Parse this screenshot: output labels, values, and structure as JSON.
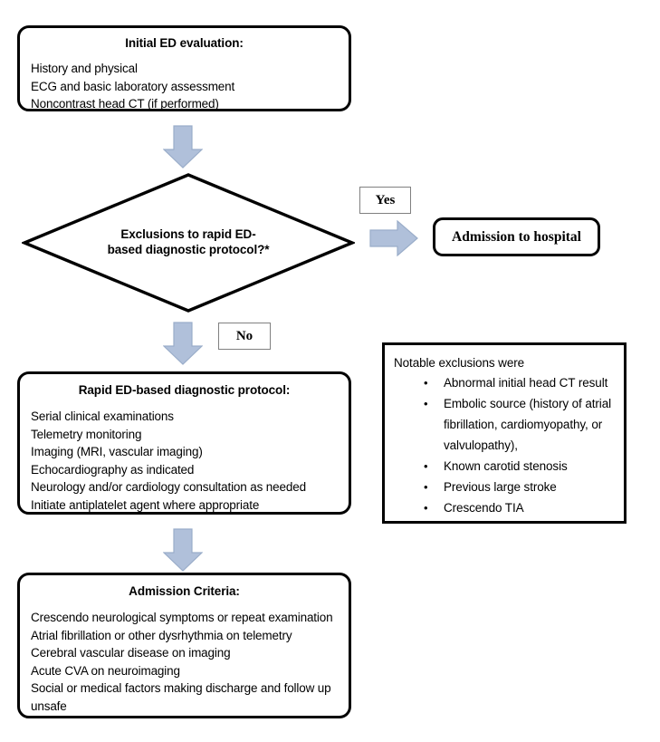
{
  "flowchart": {
    "title_note": "",
    "accent_arrow_fill": "#b0c0da",
    "accent_arrow_stroke": "#9aadc9",
    "line_color": "#000000",
    "initial_evaluation": {
      "title": "Initial ED evaluation:",
      "lines": [
        "History and physical",
        "ECG and basic laboratory assessment",
        "Noncontrast head CT (if performed)"
      ]
    },
    "decision": {
      "line1": "Exclusions to rapid ED-",
      "line2": "based diagnostic protocol?*"
    },
    "branch_yes": {
      "label": "Yes"
    },
    "branch_no": {
      "label": "No"
    },
    "admission_to_hospital": {
      "label": "Admission to hospital"
    },
    "rapid_protocol": {
      "title": "Rapid ED-based diagnostic protocol:",
      "lines": [
        "Serial clinical examinations",
        "Telemetry monitoring",
        "Imaging (MRI, vascular imaging)",
        "Echocardiography as indicated",
        "Neurology and/or cardiology consultation as needed",
        "Initiate antiplatelet agent where appropriate"
      ]
    },
    "notable_exclusions": {
      "heading": "Notable exclusions were",
      "bullet_glyph": "•",
      "items": [
        "Abnormal initial head CT result",
        "Embolic source (history of atrial fibrillation, cardiomyopathy, or valvulopathy),",
        "Known carotid stenosis",
        "Previous large stroke",
        "Crescendo TIA"
      ]
    },
    "admission_criteria": {
      "title": "Admission Criteria:",
      "lines": [
        "Crescendo neurological symptoms or repeat examination",
        "Atrial fibrillation or other dysrhythmia on telemetry",
        "Cerebral vascular disease on imaging",
        "Acute CVA on neuroimaging",
        "Social or medical factors making discharge and follow up unsafe"
      ]
    }
  }
}
